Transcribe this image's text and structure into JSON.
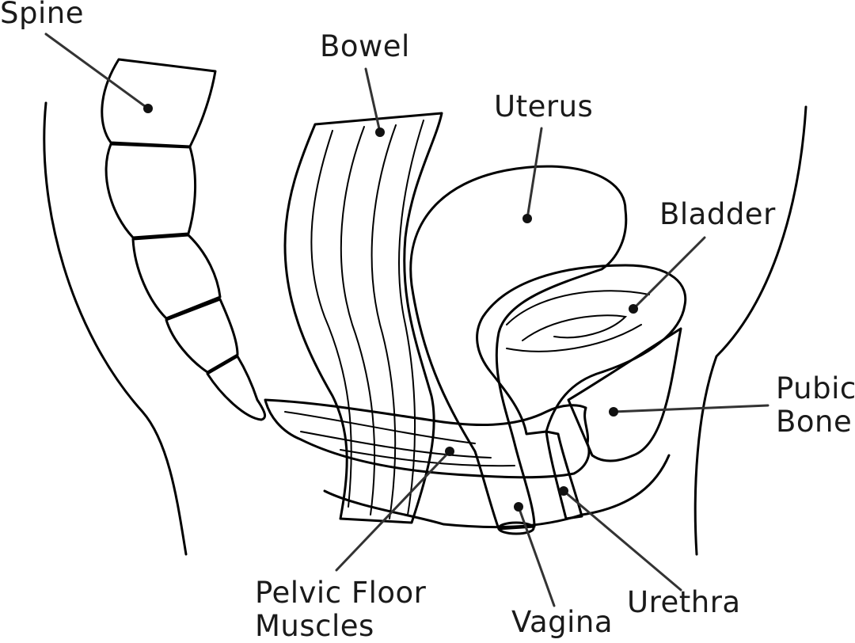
{
  "labels": {
    "spine": "Spine",
    "bowel": "Bowel",
    "uterus": "Uterus",
    "bladder": "Bladder",
    "pubic_bone_line1": "Pubic",
    "pubic_bone_line2": "Bone",
    "pelvic_floor_line1": "Pelvic Floor",
    "pelvic_floor_line2": "Muscles",
    "vagina": "Vagina",
    "urethra": "Urethra"
  },
  "colors": {
    "bone": "#e6e6e6",
    "bowel": "#b05c60",
    "uterus": "#5a6aa6",
    "bladder": "#b3c0ee",
    "pelvic_floor": "#e0621f",
    "outline": "#000000",
    "background": "#ffffff"
  }
}
